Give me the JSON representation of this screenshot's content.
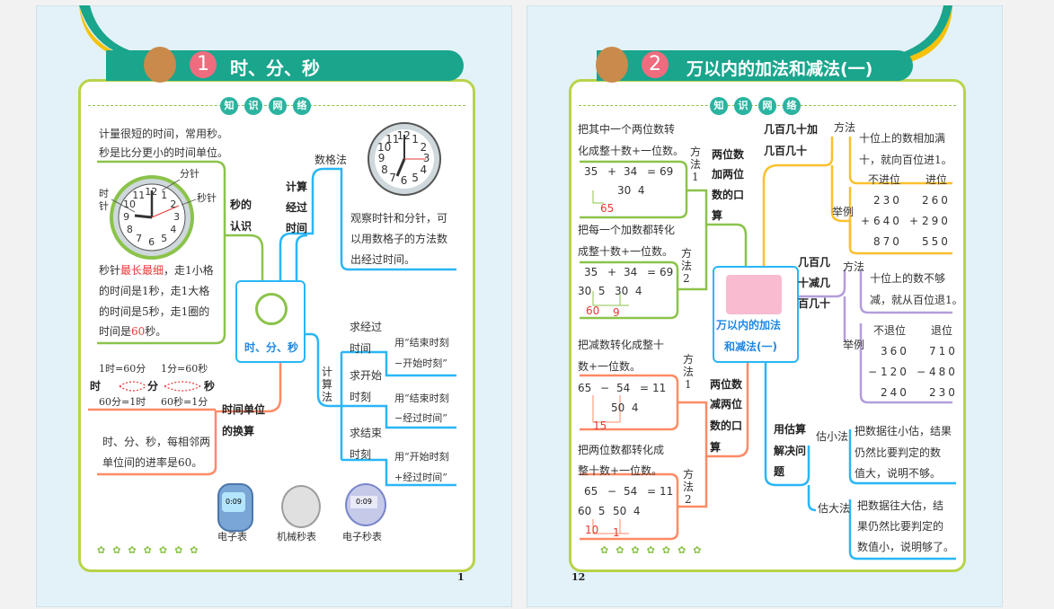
{
  "left": {
    "lesson_number": "1",
    "title": "时、分、秒",
    "knowledge_chars": [
      "知",
      "识",
      "网",
      "络"
    ],
    "page_number": "1",
    "center_label": "时、分、秒",
    "intro": [
      "计量很短的时间，常用秒。",
      "秒是比分更小的时间单位。"
    ],
    "clock_labels": {
      "minute_hand": "分针",
      "hour_hand": [
        "时",
        "针"
      ],
      "second_hand": "秒针"
    },
    "clock_numbers": [
      "12",
      "1",
      "2",
      "3",
      "4",
      "5",
      "6",
      "7",
      "8",
      "9",
      "10",
      "11"
    ],
    "seconds_branch": [
      "秒的",
      "认识"
    ],
    "seconds_text": {
      "line1_pre": "秒针",
      "line1_red": "最长最细",
      "line1_post": "，走1小格",
      "line2": "的时间是1秒，走1大格",
      "line3": "的时间是5秒，走1圈的",
      "line4_pre": "时间是",
      "line4_red": "60",
      "line4_post": "秒。"
    },
    "calc_branch": [
      "计算",
      "经过",
      "时间"
    ],
    "count_grid": "数格法",
    "observe": [
      "观察时针和分针，可",
      "以用数格子的方法数",
      "出经过时间。"
    ],
    "calc_method": [
      "计",
      "算",
      "法"
    ],
    "formulas": [
      {
        "ask": [
          "求经过",
          "时间"
        ],
        "use": [
          "用“结束时刻",
          "−开始时刻”"
        ]
      },
      {
        "ask": [
          "求开始",
          "时刻"
        ],
        "use": [
          "用“结束时刻",
          "−经过时间”"
        ]
      },
      {
        "ask": [
          "求结束",
          "时刻"
        ],
        "use": [
          "用“开始时刻",
          "+经过时间”"
        ]
      }
    ],
    "conversion": {
      "top_left": "1时=60分",
      "top_right": "1分=60秒",
      "hour": "时",
      "minute": "分",
      "second": "秒",
      "bottom_left": "60分=1时",
      "bottom_right": "60秒=1分"
    },
    "unit_branch": [
      "时间单位",
      "的换算"
    ],
    "rate_text": [
      "时、分、秒，每相邻两",
      "单位间的进率是60。"
    ],
    "watches": [
      "电子表",
      "机械秒表",
      "电子秒表"
    ],
    "digital_display": "0:09"
  },
  "right": {
    "lesson_number": "2",
    "title": "万以内的加法和减法(一)",
    "knowledge_chars": [
      "知",
      "识",
      "网",
      "络"
    ],
    "page_number": "12",
    "center_label": [
      "万以内的加法",
      "和减法(一)"
    ],
    "add_branch": [
      "两位数",
      "加两位",
      "数的口",
      "算"
    ],
    "add_m1_text": [
      "把其中一个两位数转",
      "化成整十数+一位数。"
    ],
    "add_m1_label": [
      "方",
      "法",
      "1"
    ],
    "add_m1_eq": {
      "a": "35",
      "op": "+",
      "b": "34",
      "eq": "=",
      "r": "69",
      "split": "30  4",
      "partial": "65"
    },
    "add_m2_text": [
      "把每一个加数都转化",
      "成整十数+一位数。"
    ],
    "add_m2_label": [
      "方",
      "法",
      "2"
    ],
    "add_m2_eq": {
      "a": "35",
      "op": "+",
      "b": "34",
      "eq": "=",
      "r": "69",
      "split_a": "30  5",
      "split_b": "30  4",
      "p1": "60",
      "p2": "9"
    },
    "sub_branch": [
      "两位数",
      "减两位",
      "数的口",
      "算"
    ],
    "sub_m1_text": [
      "把减数转化成整十",
      "数+一位数。"
    ],
    "sub_m1_label": [
      "方",
      "法",
      "1"
    ],
    "sub_m1_eq": {
      "a": "65",
      "op": "−",
      "b": "54",
      "eq": "=",
      "r": "11",
      "split": "50  4",
      "partial": "15"
    },
    "sub_m2_text": [
      "把两位数都转化成",
      "整十数+一位数。"
    ],
    "sub_m2_label": [
      "方",
      "法",
      "2"
    ],
    "sub_m2_eq": {
      "a": "65",
      "op": "−",
      "b": "54",
      "eq": "=",
      "r": "11",
      "split_a": "60  5",
      "split_b": "50  4",
      "p1": "10",
      "p2": "1"
    },
    "addition": {
      "title": [
        "几百几十加",
        "几百几十"
      ],
      "method": "方法",
      "method_text": [
        "十位上的数相加满",
        "十，就向百位进1。"
      ],
      "example": "举例",
      "headers": [
        "不进位",
        "进位"
      ],
      "row1": [
        "230",
        "260"
      ],
      "row2": [
        "640",
        "290"
      ],
      "row3": [
        "870",
        "550"
      ],
      "plus": "+"
    },
    "subtraction": {
      "title": [
        "几百几",
        "十减几",
        "百几十"
      ],
      "method": "方法",
      "method_text": [
        "十位上的数不够",
        "减，就从百位退1。"
      ],
      "example": "举例",
      "headers": [
        "不退位",
        "退位"
      ],
      "row1": [
        "360",
        "710"
      ],
      "row2": [
        "120",
        "480"
      ],
      "row3": [
        "240",
        "230"
      ],
      "minus": "−"
    },
    "estimate": {
      "title": [
        "用估算",
        "解决问",
        "题"
      ],
      "small": "估小法",
      "small_text": [
        "把数据往小估，结果",
        "仍然比要判定的数",
        "值大，说明不够。"
      ],
      "large": "估大法",
      "large_text": [
        "把数据往大估，结",
        "果仍然比要判定的",
        "数值小，说明够了。"
      ]
    }
  }
}
